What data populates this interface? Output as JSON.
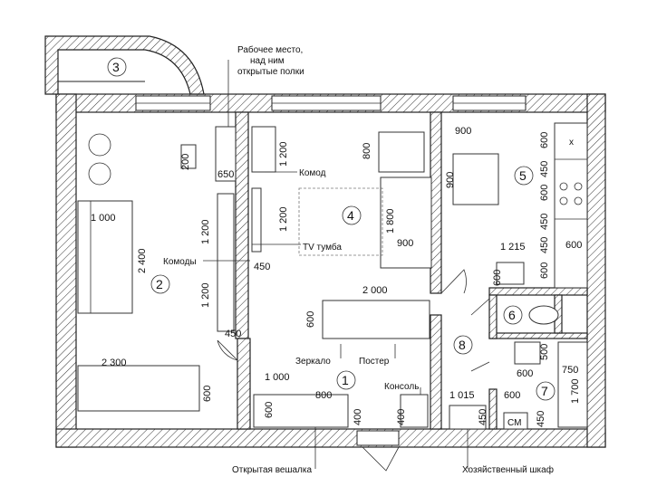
{
  "rooms": [
    {
      "num": "1"
    },
    {
      "num": "2"
    },
    {
      "num": "3"
    },
    {
      "num": "4"
    },
    {
      "num": "5"
    },
    {
      "num": "6"
    },
    {
      "num": "7"
    },
    {
      "num": "8"
    }
  ],
  "labels": {
    "workplace_l1": "Рабочее место,",
    "workplace_l2": "над ним",
    "workplace_l3": "открытые полки",
    "komod": "Комод",
    "tv": "TV тумба",
    "komody": "Комоды",
    "mirror": "Зеркало",
    "poster": "Постер",
    "console": "Консоль",
    "hanger": "Открытая вешалка",
    "closet": "Хозяйственный шкаф",
    "sm": "СМ",
    "stove": "x"
  },
  "dims": {
    "d200": "200",
    "d650": "650",
    "d1200a": "1 200",
    "d1200b": "1 200",
    "d1200c": "1 200",
    "d1200d": "1 200",
    "d800top": "800",
    "d1800": "1 800",
    "d900mid": "900",
    "d450a": "450",
    "d2000": "2 000",
    "d600a": "600",
    "d1000a": "1 000",
    "d2400": "2 400",
    "d450b": "450",
    "d2300": "2 300",
    "d600b": "600",
    "d1000b": "1 000",
    "d800b": "800",
    "d600c": "600",
    "d400a": "400",
    "d400b": "400",
    "d900k": "900",
    "d900kv": "900",
    "k600a": "600",
    "k450a": "450",
    "k600b": "600",
    "k450b": "450",
    "k600c": "600",
    "k450c": "450",
    "k600d": "600",
    "k1215": "1 215",
    "k600e": "600",
    "b500": "500",
    "b600": "600",
    "b750": "750",
    "b1700": "1 700",
    "b600c": "600",
    "b450": "450",
    "b450v": "450",
    "d1015": "1 015"
  }
}
